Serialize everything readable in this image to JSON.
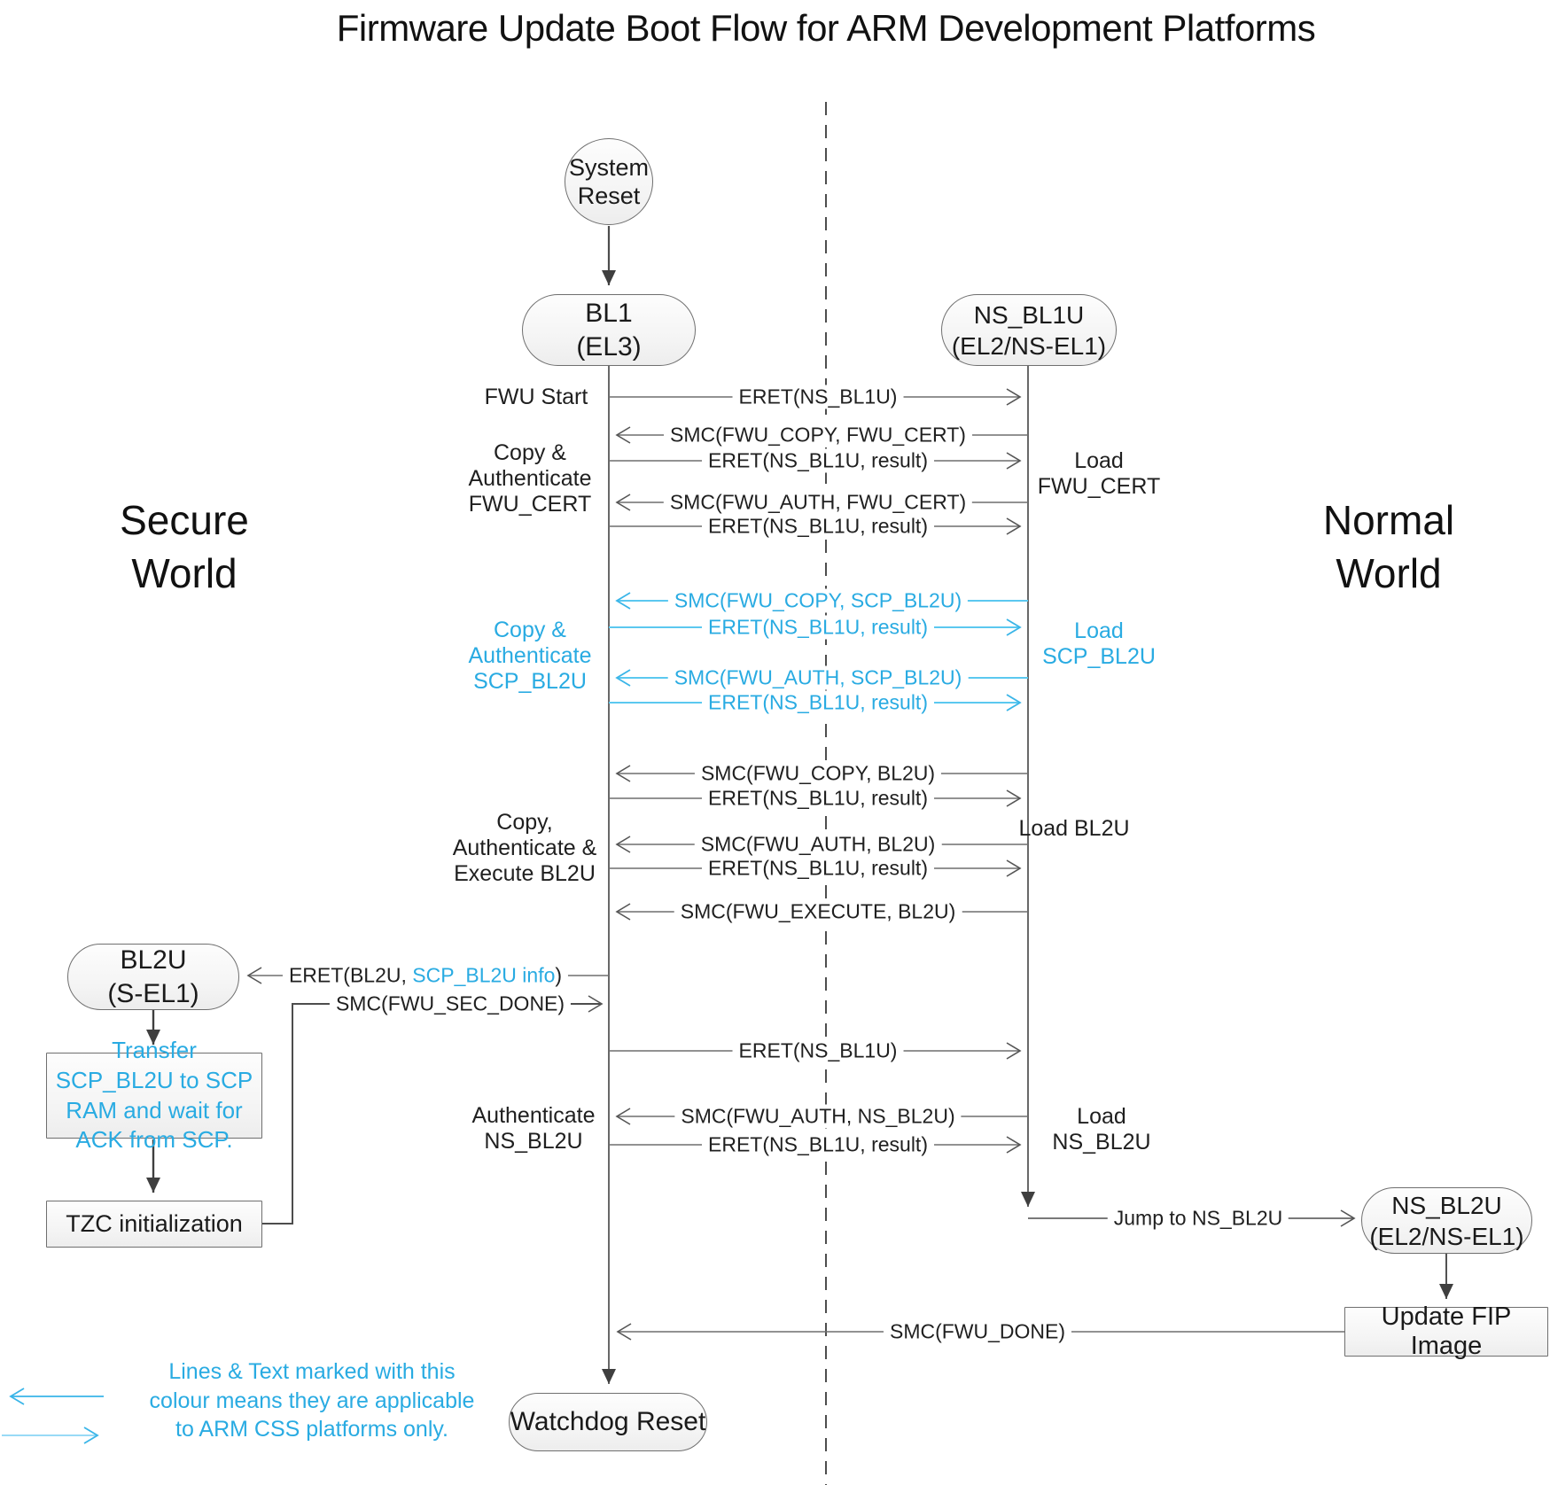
{
  "title": "Firmware Update Boot Flow for ARM Development Platforms",
  "world_labels": {
    "secure": "Secure\nWorld",
    "normal": "Normal\nWorld"
  },
  "nodes": {
    "system_reset": "System\nReset",
    "bl1": {
      "name": "BL1",
      "level": "(EL3)"
    },
    "ns_bl1u": {
      "name": "NS_BL1U",
      "level": "(EL2/NS-EL1)"
    },
    "bl2u": {
      "name": "BL2U",
      "level": "(S-EL1)"
    },
    "ns_bl2u": {
      "name": "NS_BL2U",
      "level": "(EL2/NS-EL1)"
    },
    "transfer_scp": "Transfer SCP_BL2U to SCP RAM and wait for ACK from SCP.",
    "tzc_init": "TZC initialization",
    "update_fip": "Update FIP Image",
    "watchdog_reset": "Watchdog Reset"
  },
  "messages": [
    {
      "label": "ERET(NS_BL1U)"
    },
    {
      "label": "SMC(FWU_COPY, FWU_CERT)"
    },
    {
      "label": "ERET(NS_BL1U, result)"
    },
    {
      "label": "SMC(FWU_AUTH, FWU_CERT)"
    },
    {
      "label": "ERET(NS_BL1U, result)"
    },
    {
      "label": "SMC(FWU_COPY, SCP_BL2U)"
    },
    {
      "label": "ERET(NS_BL1U, result)"
    },
    {
      "label": "SMC(FWU_AUTH, SCP_BL2U)"
    },
    {
      "label": "ERET(NS_BL1U, result)"
    },
    {
      "label": "SMC(FWU_COPY, BL2U)"
    },
    {
      "label": "ERET(NS_BL1U, result)"
    },
    {
      "label": "SMC(FWU_AUTH, BL2U)"
    },
    {
      "label": "ERET(NS_BL1U, result)"
    },
    {
      "label": "SMC(FWU_EXECUTE, BL2U)"
    },
    {
      "prefix": "ERET(BL2U, ",
      "highlight": "SCP_BL2U info",
      "suffix": ")"
    },
    {
      "label": "SMC(FWU_SEC_DONE)"
    },
    {
      "label": "ERET(NS_BL1U)"
    },
    {
      "label": "SMC(FWU_AUTH, NS_BL2U)"
    },
    {
      "label": "ERET(NS_BL1U, result)"
    },
    {
      "label": "Jump to NS_BL2U"
    },
    {
      "label": "SMC(FWU_DONE)"
    }
  ],
  "annotations": {
    "fwu_start": "FWU Start",
    "copy_auth_fwu_cert": "Copy &\nAuthenticate\nFWU_CERT",
    "load_fwu_cert": "Load\nFWU_CERT",
    "copy_auth_scp_bl2u": "Copy &\nAuthenticate\nSCP_BL2U",
    "load_scp_bl2u": "Load\nSCP_BL2U",
    "copy_auth_exec_bl2u": "Copy,\nAuthenticate &\nExecute BL2U",
    "load_bl2u": "Load BL2U",
    "auth_ns_bl2u": "Authenticate\nNS_BL2U",
    "load_ns_bl2u": "Load\nNS_BL2U"
  },
  "legend": {
    "note": "Lines & Text marked with this\ncolour means they are applicable\nto ARM CSS platforms only."
  },
  "colors": {
    "css_blue_text": "#29ABE2",
    "css_blue_line": "#5BC8F0",
    "line_gray": "#6B6B6B",
    "node_border": "#6F6F6F"
  }
}
